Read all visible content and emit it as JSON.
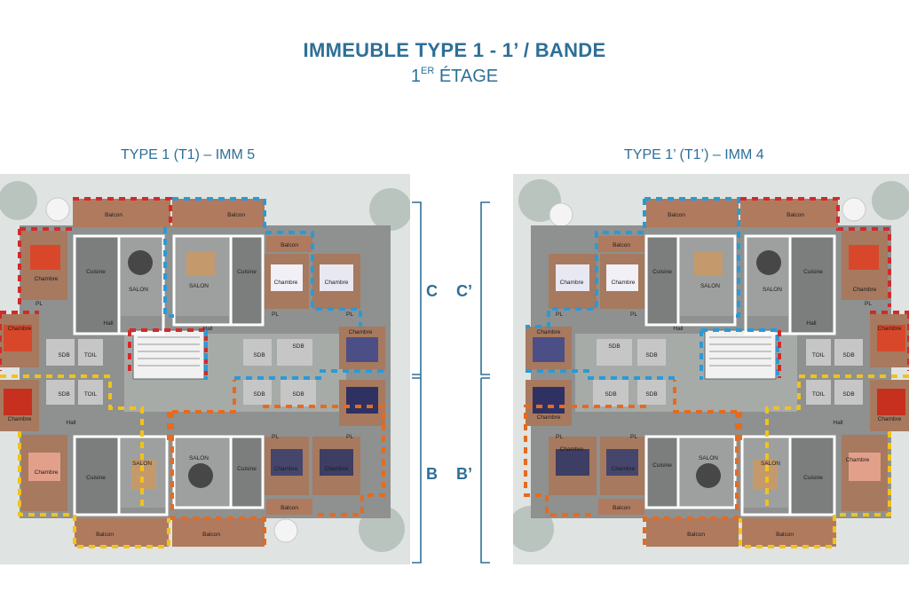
{
  "header": {
    "title": "IMMEUBLE TYPE 1 - 1’ / BANDE",
    "subtitle_num": "1",
    "subtitle_sup": "ER",
    "subtitle_rest": " ÉTAGE"
  },
  "plans": {
    "left_title": "TYPE 1 (T1) – IMM 5",
    "right_title": "TYPE 1’ (T1’) – IMM 4"
  },
  "zones": {
    "c": "C",
    "c_prime": "C’",
    "b": "B",
    "b_prime": "B’"
  },
  "rooms": {
    "balcon": "Balcon",
    "chambre": "Chambre",
    "cuisine": "Cuisine",
    "salon": "SALON",
    "hall": "Hall",
    "sdb": "SDB",
    "toil": "TOIL",
    "pl": "PL"
  },
  "colors": {
    "accent": "#2e6f97",
    "red": "#d22a2a",
    "blue": "#2a9ad6",
    "yellow": "#f2c21b",
    "orange": "#e66a1f"
  }
}
